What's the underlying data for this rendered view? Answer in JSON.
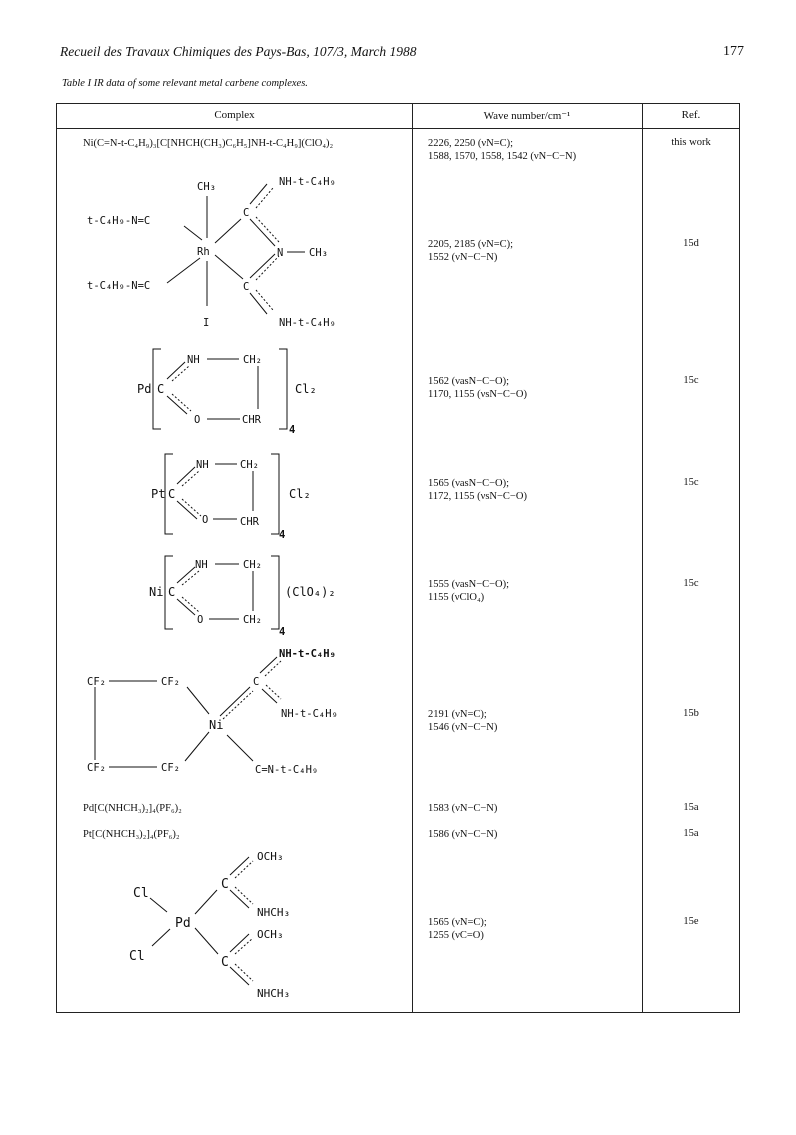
{
  "header": {
    "journal": "Recueil des Travaux Chimiques des Pays-Bas, 107/3, March 1988",
    "page": "177"
  },
  "caption": "Table I IR data of some relevant metal carbene complexes.",
  "table": {
    "columns": [
      "Complex",
      "Wave number/cm⁻¹",
      "Ref."
    ],
    "rows": [
      {
        "complex": "Ni(C=N-t-C₄H₉)₃[C[NHCH(CH₃)C₆H₅]NH-t-C₄H₉](ClO₄)₂",
        "wave": [
          "2226, 2250 (νN=C);",
          "1588, 1570, 1558, 1542 (νN−C−N)"
        ],
        "ref": "this work"
      },
      {
        "complex": "",
        "wave": [
          "2205, 2185 (νN=C);",
          "1552 (νN−C−N)"
        ],
        "ref": "15d"
      },
      {
        "complex": "",
        "wave": [
          "1562 (νasN−C−O);",
          "1170, 1155 (νsN−C−O)"
        ],
        "ref": "15c"
      },
      {
        "complex": "",
        "wave": [
          "1565 (νasN−C−O);",
          "1172, 1155 (νsN−C−O)"
        ],
        "ref": "15c"
      },
      {
        "complex": "",
        "wave": [
          "1555 (νasN−C−O);",
          "1155 (νClO₄)"
        ],
        "ref": "15c"
      },
      {
        "complex": "",
        "wave": [
          "2191 (νN=C);",
          "1546 (νN−C−N)"
        ],
        "ref": "15b"
      },
      {
        "complex": "Pd[C(NHCH₃)₂]₄(PF₆)₂",
        "wave": [
          "1583 (νN−C−N)"
        ],
        "ref": "15a"
      },
      {
        "complex": "Pt[C(NHCH₃)₂]₄(PF₆)₂",
        "wave": [
          "1586 (νN−C−N)"
        ],
        "ref": "15a"
      },
      {
        "complex": "",
        "wave": [
          "1565 (νN=C);",
          "1255 (νC=O)"
        ],
        "ref": "15e"
      }
    ]
  },
  "structures": {
    "rh": {
      "metal": "Rh",
      "top": "CH₃",
      "bottom": "I",
      "left1": "t-C₄H₉-N=C",
      "left2": "t-C₄H₉-N=C",
      "right_top": "NH-t-C₄H₉",
      "right_mid": "N",
      "right_me": "CH₃",
      "right_bot": "NH-t-C₄H₉",
      "c": "C"
    },
    "pd_ring": {
      "metal": "Pd",
      "anion": "Cl₂",
      "nh": "NH",
      "ch2": "CH₂",
      "o": "O",
      "chr": "CHR",
      "sub": "4",
      "c": "C"
    },
    "pt_ring": {
      "metal": "Pt",
      "anion": "Cl₂",
      "nh": "NH",
      "ch2": "CH₂",
      "o": "O",
      "chr": "CHR",
      "sub": "4",
      "c": "C"
    },
    "ni_ring": {
      "metal": "Ni",
      "anion": "(ClO₄)₂",
      "nh": "NH",
      "ch2": "CH₂",
      "o": "O",
      "ch2b": "CH₂",
      "sub": "4",
      "c": "C"
    },
    "ni_cf": {
      "metal": "Ni",
      "cf2": "CF₂",
      "nh1": "NH-t-C₄H₉",
      "nh2": "NH-t-C₄H₉",
      "iso": "C=N-t-C₄H₉",
      "c": "C"
    },
    "pd_cl": {
      "metal": "Pd",
      "cl": "Cl",
      "och3": "OCH₃",
      "nhch3": "NHCH₃",
      "c": "C"
    }
  }
}
